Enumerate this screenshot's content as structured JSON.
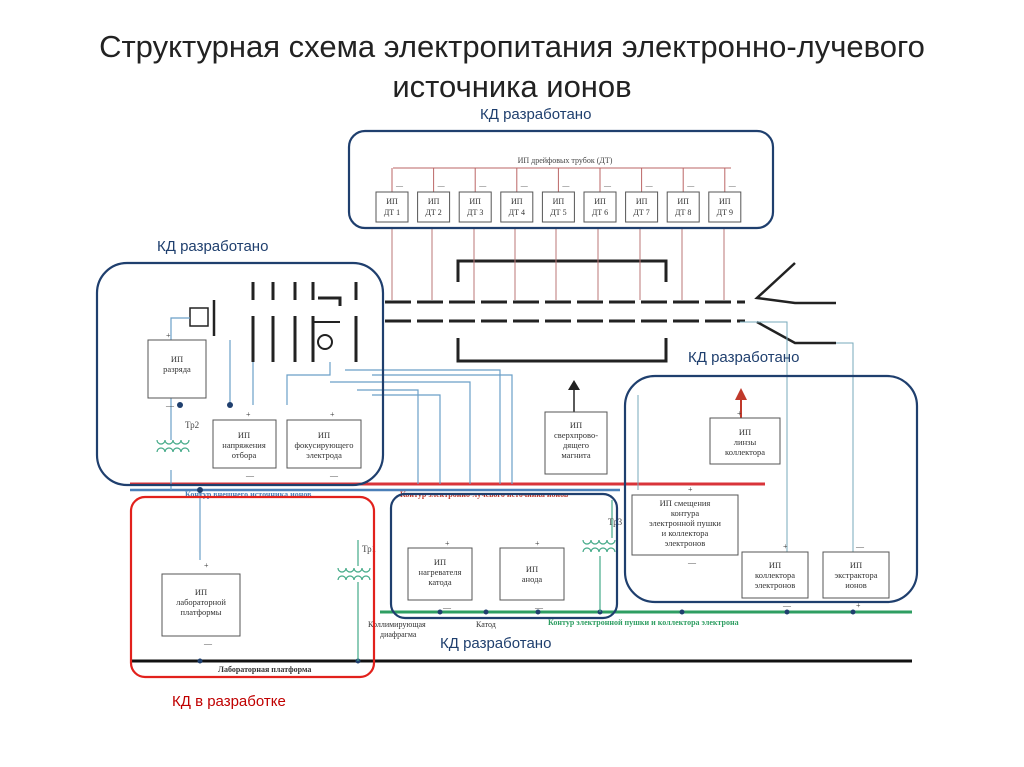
{
  "title": {
    "line1": "Структурная схема электропитания электронно-лучевого",
    "line2": "источника ионов"
  },
  "status": {
    "top": "КД разработано",
    "left": "КД разработано",
    "right": "КД разработано",
    "center": "КД разработано",
    "bottom": "КД в разработке"
  },
  "drift_tubes": {
    "header": "ИП дрейфовых трубок (ДТ)",
    "prefix": "ИП",
    "items": [
      "ДТ 1",
      "ДТ 2",
      "ДТ 3",
      "ДТ 4",
      "ДТ 5",
      "ДТ 6",
      "ДТ 7",
      "ДТ 8",
      "ДТ 9"
    ],
    "sign": "—"
  },
  "blocks": {
    "discharge": [
      "ИП",
      "разряда"
    ],
    "extraction": [
      "ИП",
      "напряжения",
      "отбора"
    ],
    "focusing": [
      "ИП",
      "фокусирующего",
      "электрода"
    ],
    "magnet": [
      "ИП",
      "сверхпрово-",
      "дящего",
      "магнита"
    ],
    "lens": [
      "ИП",
      "линзы",
      "коллектора"
    ],
    "bias": [
      "ИП смещения",
      "контура",
      "электронной пушки",
      "и коллектора",
      "электронов"
    ],
    "collector": [
      "ИП",
      "коллектора",
      "электронов"
    ],
    "extractor": [
      "ИП",
      "экстрактора",
      "ионов"
    ],
    "lab": [
      "ИП",
      "лабораторной",
      "платформы"
    ],
    "heater": [
      "ИП",
      "нагревателя",
      "катода"
    ],
    "anode": [
      "ИП",
      "анода"
    ]
  },
  "labels": {
    "tr1": "Тр1",
    "tr2": "Тр2",
    "tr3": "Тр3",
    "ion_source_circuit": "Контур внешнего источника ионов",
    "ebis_circuit": "Контур электронно-лучевого источника ионов",
    "gun_circuit": "Контур электронной пушки и коллектора электрона",
    "lab_platform": "Лабораторная платформа",
    "diaphragm_1": "Коллимирующая",
    "diaphragm_2": "диафрагма",
    "cathode": "Катод",
    "plus": "+",
    "minus": "—"
  }
}
